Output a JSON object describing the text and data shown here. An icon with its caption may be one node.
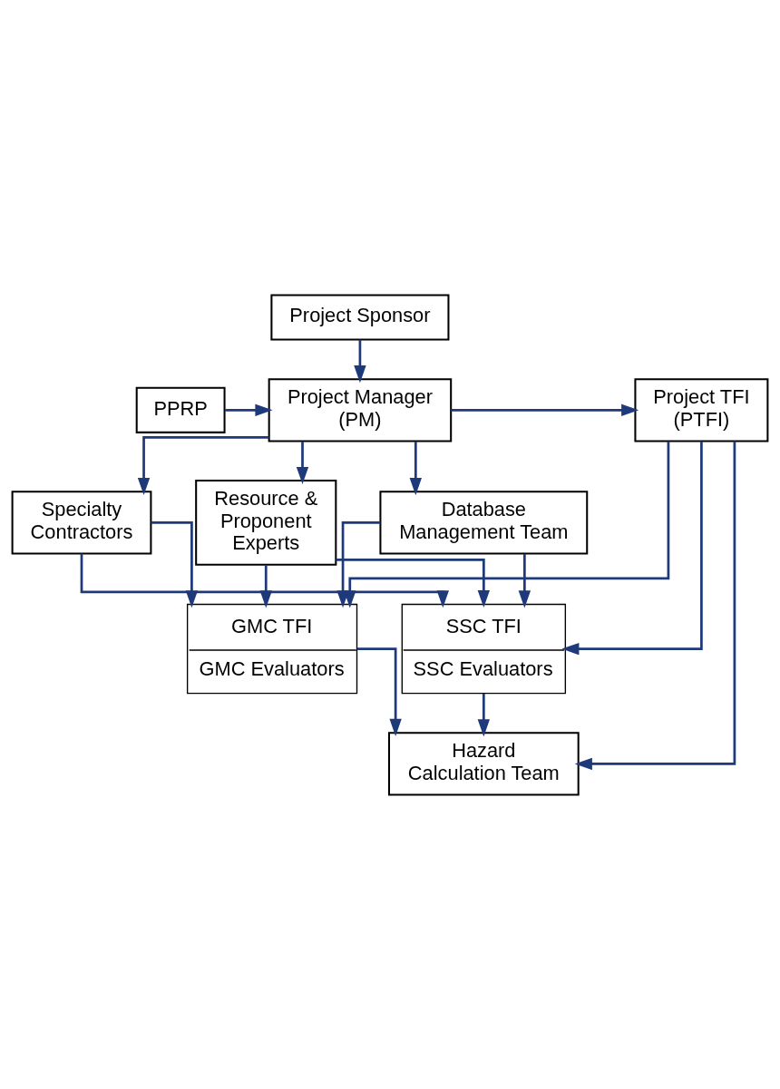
{
  "diagram": {
    "nodes": [
      {
        "text": [
          "Project Sponsor"
        ]
      },
      {
        "text": [
          "PPRP"
        ]
      },
      {
        "text": [
          "Project Manager (PM)"
        ]
      },
      {
        "text": [
          "Project TFI (PTFI)"
        ]
      },
      {
        "text": [
          "Database Management Team"
        ]
      },
      {
        "text": [
          "Specialty Contractors"
        ]
      },
      {
        "text": [
          "Resource & Proponent Experts"
        ]
      },
      {
        "text": [
          "SSC TFI",
          "SSC Evaluators"
        ]
      },
      {
        "text": [
          "GMC TFI",
          "GMC Evaluators"
        ]
      },
      {
        "text": [
          "Hazard Calculation Team"
        ]
      }
    ],
    "edges": [
      {
        "from": 0,
        "to": 2,
        "arrow": "to"
      },
      {
        "from": 1,
        "to": 2,
        "arrow": "to"
      },
      {
        "from": 2,
        "to": 3,
        "arrow": "to"
      },
      {
        "from": 2,
        "to": 4,
        "arrow": "to"
      },
      {
        "from": 2,
        "to": 5,
        "arrow": "to"
      },
      {
        "from": 2,
        "to": 6,
        "arrow": "to"
      },
      {
        "from": 3,
        "to": 7,
        "arrow": "to"
      },
      {
        "from": 3,
        "to": 8,
        "arrow": "to"
      },
      {
        "from": 4,
        "to": 7,
        "arrow": "to"
      },
      {
        "from": 4,
        "to": 8,
        "arrow": "to"
      },
      {
        "from": 5,
        "to": 7,
        "arrow": "to"
      },
      {
        "from": 5,
        "to": 8,
        "arrow": "to"
      },
      {
        "from": 6,
        "to": 7,
        "arrow": "to"
      },
      {
        "from": 6,
        "to": 8,
        "arrow": "to"
      },
      {
        "from": 7,
        "to": 9,
        "arrow": "to"
      },
      {
        "from": 8,
        "to": 9,
        "arrow": "to"
      },
      {
        "from": 3,
        "to": 9,
        "arrow": "to"
      }
    ]
  }
}
